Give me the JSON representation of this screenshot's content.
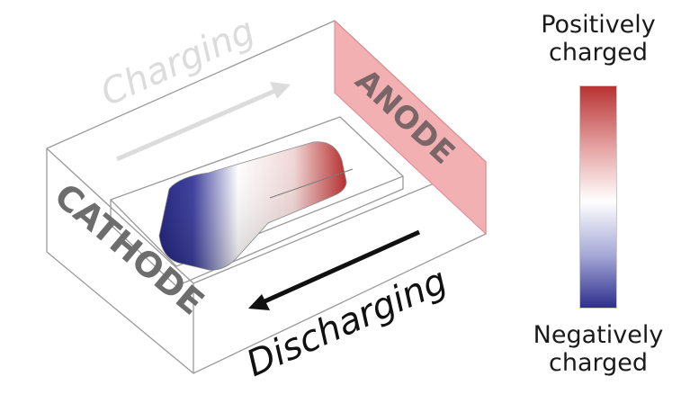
{
  "diagram": {
    "cathode_label": "CATHODE",
    "anode_label": "ANODE",
    "charging_label": "Charging",
    "discharging_label": "Discharging"
  },
  "legend": {
    "top_line1": "Positively",
    "top_line2": "charged",
    "bottom_line1": "Negatively",
    "bottom_line2": "charged",
    "colors": {
      "positive": "#b83333",
      "neutral": "#ffffff",
      "negative": "#2e2f8e"
    }
  },
  "colors": {
    "anode_panel": "#f3b0b3",
    "charging_text": "#dcdcdc",
    "discharging_text": "#111111",
    "box_outline": "#9a9a9a"
  }
}
